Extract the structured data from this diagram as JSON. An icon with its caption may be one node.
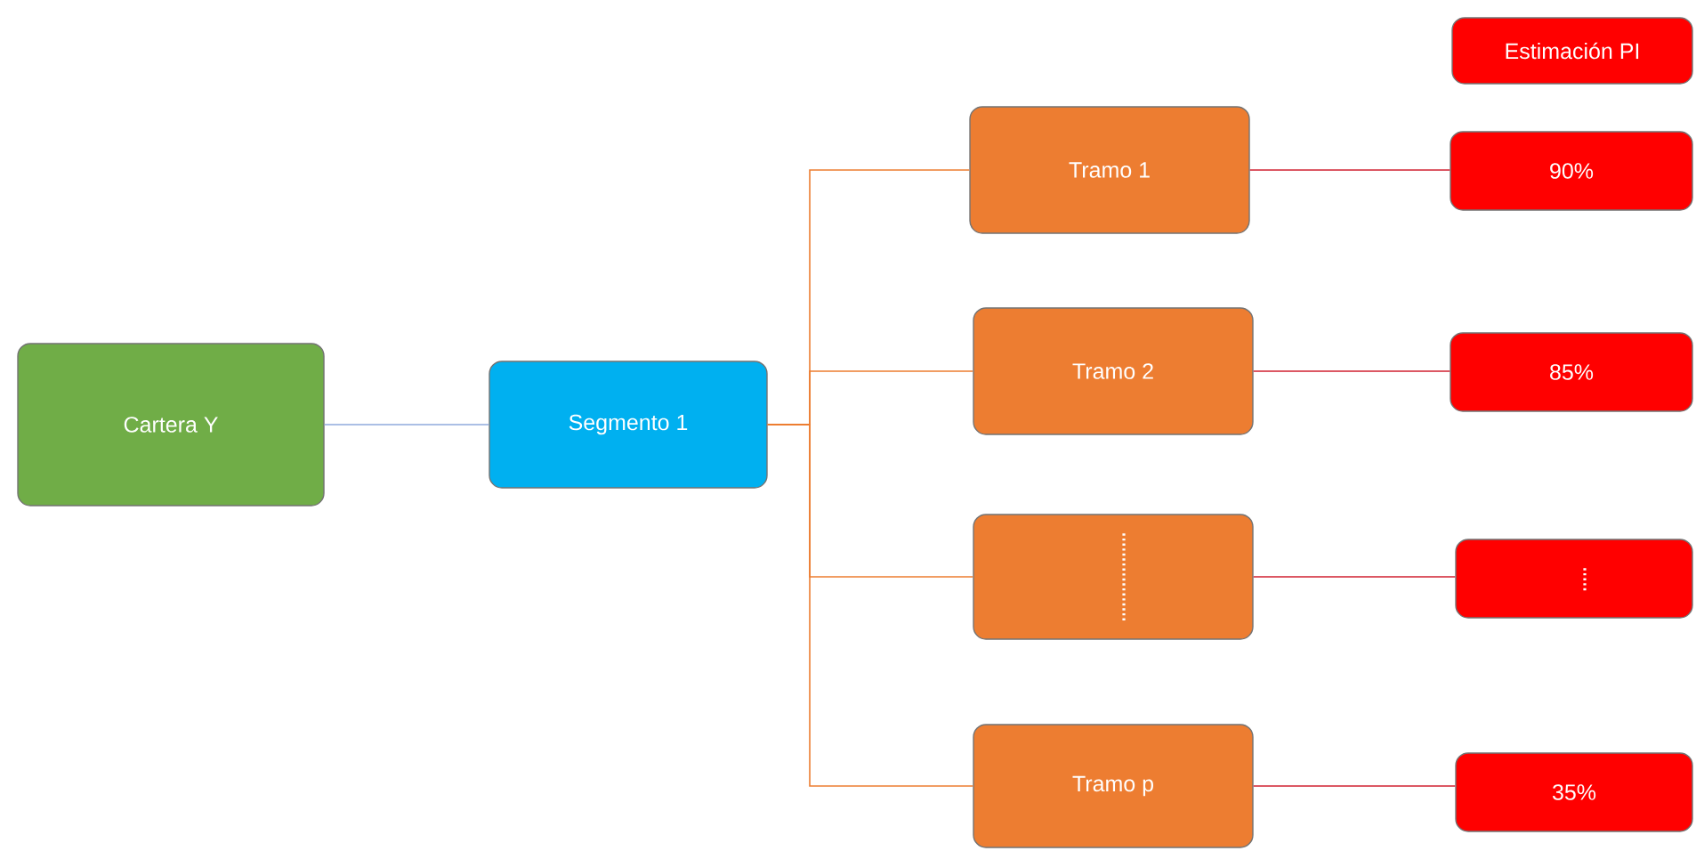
{
  "diagram": {
    "nodes": [
      {
        "text": [
          "Cartera Y"
        ]
      },
      {
        "text": [
          "Segmento 1"
        ]
      },
      {
        "text": [
          "Tramo 1"
        ]
      },
      {
        "text": [
          "Tramo 2"
        ]
      },
      {
        "text": [],
        "shape": "box"
      },
      {
        "text": [
          "Tramo p"
        ]
      },
      {
        "text": [
          "Estimación PI"
        ]
      },
      {
        "text": [
          "90%"
        ]
      },
      {
        "text": [
          "85%"
        ]
      },
      {
        "text": [],
        "shape": "box"
      },
      {
        "text": [
          "35%"
        ]
      }
    ],
    "edges": [
      {
        "from": 0,
        "to": 1,
        "arrow": "none",
        "color": "#8faadc"
      },
      {
        "from": 1,
        "to": 2,
        "arrow": "none",
        "color": "#ed7d31"
      },
      {
        "from": 1,
        "to": 3,
        "arrow": "none",
        "color": "#ed7d31"
      },
      {
        "from": 1,
        "to": 4,
        "arrow": "none",
        "color": "#ed7d31"
      },
      {
        "from": 1,
        "to": 5,
        "arrow": "none",
        "color": "#ed7d31"
      },
      {
        "from": 2,
        "to": 7,
        "arrow": "none",
        "color": "#d02030"
      },
      {
        "from": 3,
        "to": 8,
        "arrow": "none",
        "color": "#d02030"
      },
      {
        "from": 4,
        "to": 9,
        "arrow": "none",
        "color": "#d02030"
      },
      {
        "from": 5,
        "to": 10,
        "arrow": "none",
        "color": "#d02030"
      }
    ]
  }
}
